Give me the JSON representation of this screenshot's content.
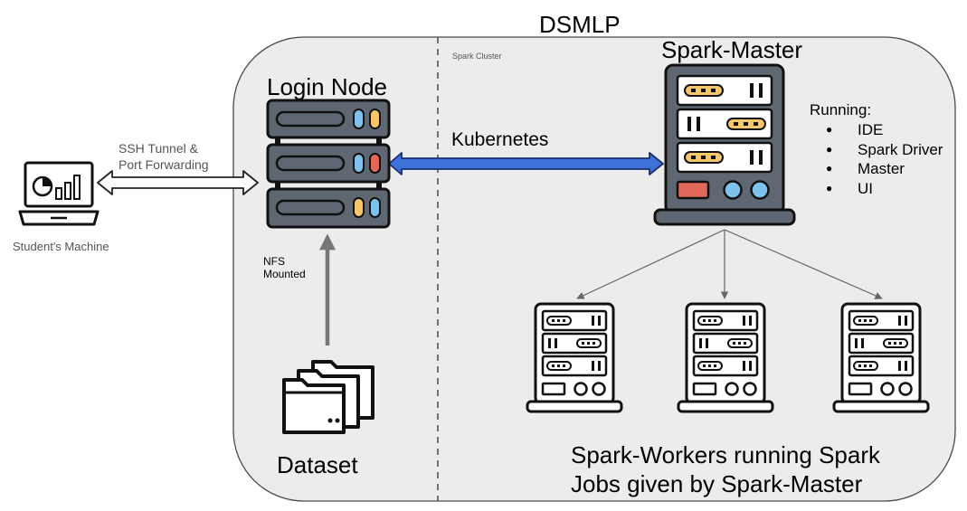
{
  "diagram": {
    "title": "DSMLP",
    "cluster_label": "Spark Cluster",
    "student": {
      "label": "Student's Machine",
      "icon": "laptop-chart-icon"
    },
    "ssh": {
      "line1": "SSH Tunnel &",
      "line2": "Port Forwarding"
    },
    "login_node": {
      "label": "Login Node",
      "icon": "server-rack-icon"
    },
    "kubernetes": {
      "label": "Kubernetes",
      "color": "#3f72d8"
    },
    "nfs": {
      "line1": "NFS",
      "line2": "Mounted"
    },
    "dataset": {
      "label": "Dataset",
      "icon": "folders-icon"
    },
    "master": {
      "label": "Spark-Master",
      "running_title": "Running:",
      "running_items": [
        "IDE",
        "Spark Driver",
        "Master",
        "UI"
      ]
    },
    "workers": {
      "count": 3,
      "caption_line1": "Spark-Workers running Spark",
      "caption_line2": "Jobs given by Spark-Master"
    },
    "colors": {
      "background_panel": "#ececec",
      "server_body": "#5e6772",
      "yellow_accent": "#f5c76a",
      "blue_accent": "#7dc2ec",
      "red_accent": "#e2685a",
      "arrow_gray": "#666666"
    }
  }
}
